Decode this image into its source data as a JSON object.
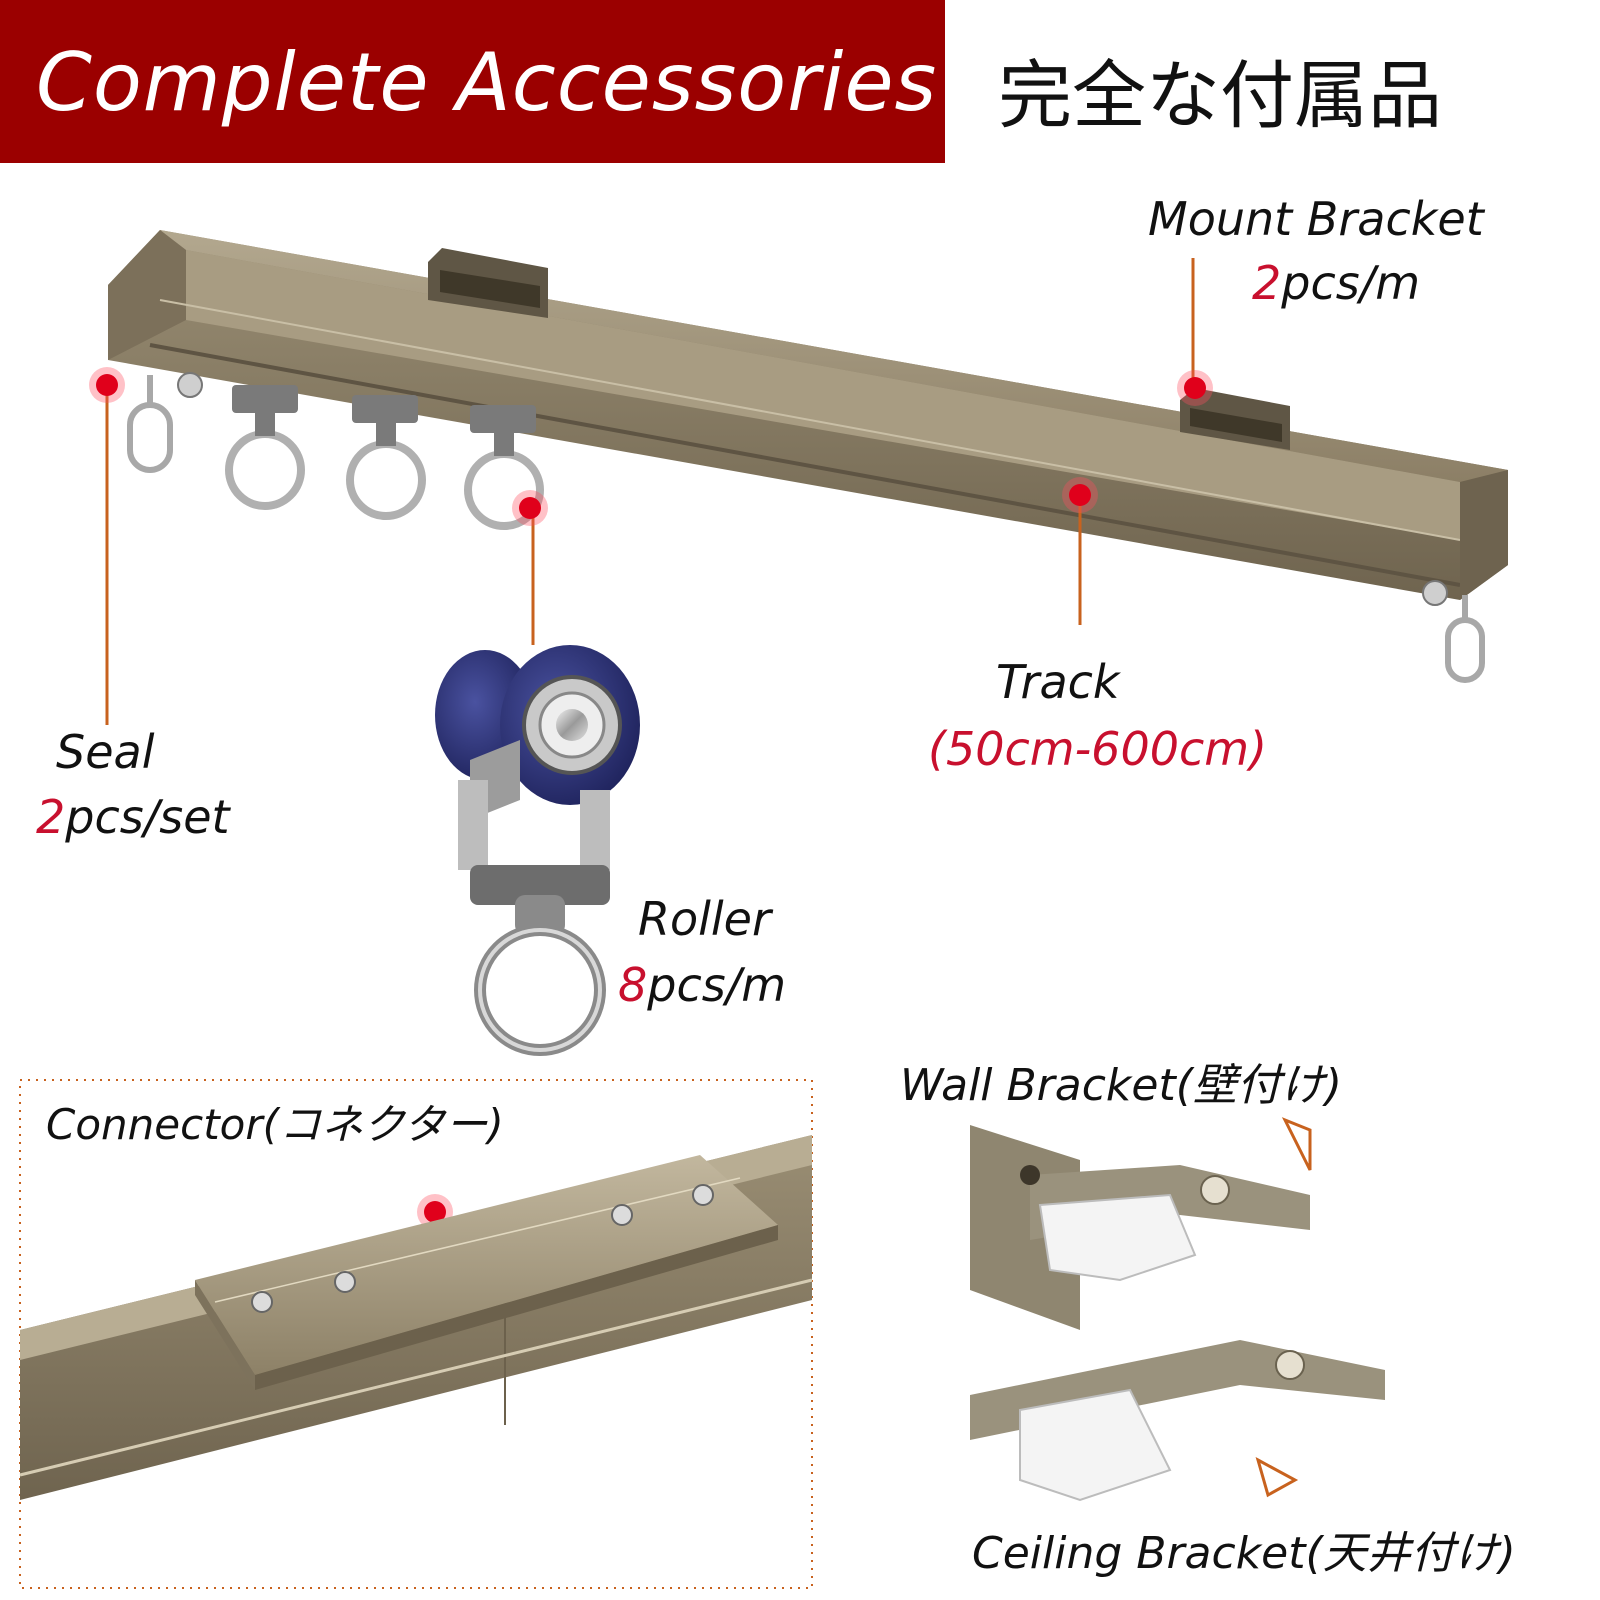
{
  "banner": {
    "title": "Complete Accessories",
    "subtitle_jp": "完全な付属品"
  },
  "colors": {
    "banner_bg": "#9b0000",
    "accent_red": "#c8102e",
    "track": "#8c7f66",
    "leader": "#c8621e",
    "roller_wheel": "#2a2f6e"
  },
  "parts": {
    "mount_bracket": {
      "label": "Mount Bracket",
      "qty_num": "2",
      "qty_unit": "pcs/m"
    },
    "seal": {
      "label": "Seal",
      "qty_num": "2",
      "qty_unit": "pcs/set"
    },
    "track": {
      "label": "Track",
      "range": "(50cm-600cm)"
    },
    "roller": {
      "label": "Roller",
      "qty_num": "8",
      "qty_unit": "pcs/m"
    },
    "connector": {
      "label": "Connector(コネクター)"
    },
    "wall_bracket": {
      "label": "Wall Bracket(壁付け)"
    },
    "ceiling_bracket": {
      "label": "Ceiling Bracket(天井付け)"
    }
  }
}
